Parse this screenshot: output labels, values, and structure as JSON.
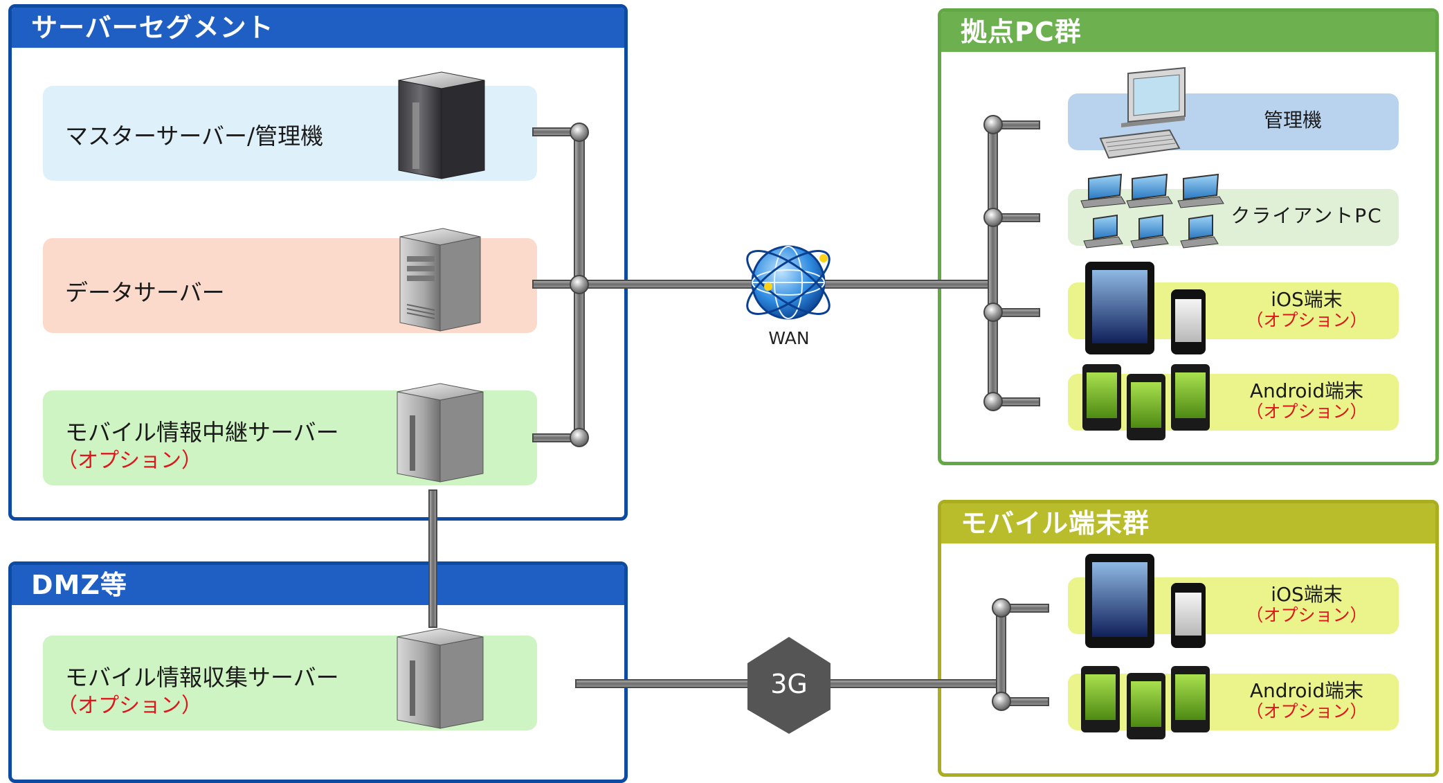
{
  "server_segment": {
    "title": "サーバーセグメント",
    "servers": [
      {
        "name": "マスターサーバー/管理機",
        "option": ""
      },
      {
        "name": "データサーバー",
        "option": ""
      },
      {
        "name": "モバイル情報中継サーバー",
        "option": "（オプション）"
      }
    ]
  },
  "dmz_segment": {
    "title": "DMZ等",
    "servers": [
      {
        "name": "モバイル情報収集サーバー",
        "option": "（オプション）"
      }
    ]
  },
  "network": {
    "wan_label": "WAN",
    "mobile_net_label": "3G"
  },
  "pc_group": {
    "title": "拠点PC群",
    "devices": [
      {
        "name": "管理機",
        "option": ""
      },
      {
        "name": "クライアントPC",
        "option": ""
      },
      {
        "name": "iOS端末",
        "option": "（オプション）"
      },
      {
        "name": "Android端末",
        "option": "（オプション）"
      }
    ]
  },
  "mobile_group": {
    "title": "モバイル端末群",
    "devices": [
      {
        "name": "iOS端末",
        "option": "（オプション）"
      },
      {
        "name": "Android端末",
        "option": "（オプション）"
      }
    ]
  },
  "colors": {
    "server_header": "#1f5fc4",
    "pc_header": "#6cb04f",
    "mobile_header": "#b9bd2c",
    "option_text": "#e0141b"
  }
}
